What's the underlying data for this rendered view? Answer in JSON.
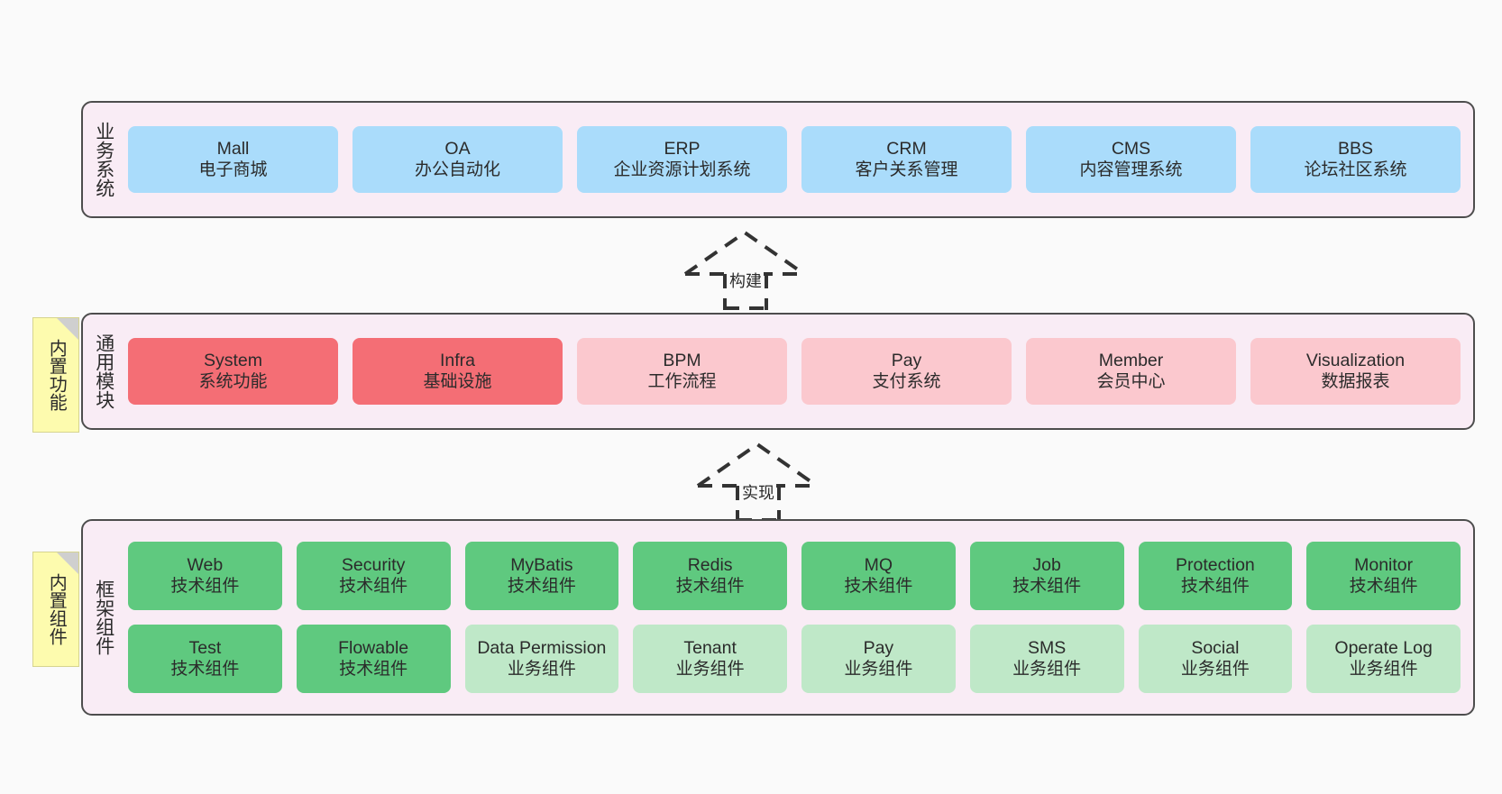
{
  "canvas": {
    "background": "#fafafa"
  },
  "palette": {
    "panel_fill": "#f9ecf5",
    "panel_border": "#4d4d4d",
    "blue": "#aadcfb",
    "red": "#f46e75",
    "pink": "#fbc8ce",
    "green": "#5fc97f",
    "light_green": "#bfe8c8",
    "note_yellow": "#fdfbae",
    "note_fold": "#cfcfcf",
    "text": "#2b2b2b"
  },
  "layers": [
    {
      "id": "business-systems",
      "caption": "业务系统",
      "rows": [
        {
          "nodes": [
            {
              "title": "Mall",
              "subtitle": "电子商城",
              "color": "blue"
            },
            {
              "title": "OA",
              "subtitle": "办公自动化",
              "color": "blue"
            },
            {
              "title": "ERP",
              "subtitle": "企业资源计划系统",
              "color": "blue"
            },
            {
              "title": "CRM",
              "subtitle": "客户关系管理",
              "color": "blue"
            },
            {
              "title": "CMS",
              "subtitle": "内容管理系统",
              "color": "blue"
            },
            {
              "title": "BBS",
              "subtitle": "论坛社区系统",
              "color": "blue"
            }
          ]
        }
      ]
    },
    {
      "id": "common-modules",
      "caption": "通用模块",
      "note": "内置功能",
      "rows": [
        {
          "nodes": [
            {
              "title": "System",
              "subtitle": "系统功能",
              "color": "red"
            },
            {
              "title": "Infra",
              "subtitle": "基础设施",
              "color": "red"
            },
            {
              "title": "BPM",
              "subtitle": "工作流程",
              "color": "pink"
            },
            {
              "title": "Pay",
              "subtitle": "支付系统",
              "color": "pink"
            },
            {
              "title": "Member",
              "subtitle": "会员中心",
              "color": "pink"
            },
            {
              "title": "Visualization",
              "subtitle": "数据报表",
              "color": "pink"
            }
          ]
        }
      ]
    },
    {
      "id": "framework-components",
      "caption": "框架组件",
      "note": "内置组件",
      "rows": [
        {
          "nodes": [
            {
              "title": "Web",
              "subtitle": "技术组件",
              "color": "green"
            },
            {
              "title": "Security",
              "subtitle": "技术组件",
              "color": "green"
            },
            {
              "title": "MyBatis",
              "subtitle": "技术组件",
              "color": "green"
            },
            {
              "title": "Redis",
              "subtitle": "技术组件",
              "color": "green"
            },
            {
              "title": "MQ",
              "subtitle": "技术组件",
              "color": "green"
            },
            {
              "title": "Job",
              "subtitle": "技术组件",
              "color": "green"
            },
            {
              "title": "Protection",
              "subtitle": "技术组件",
              "color": "green"
            },
            {
              "title": "Monitor",
              "subtitle": "技术组件",
              "color": "green"
            }
          ]
        },
        {
          "nodes": [
            {
              "title": "Test",
              "subtitle": "技术组件",
              "color": "green"
            },
            {
              "title": "Flowable",
              "subtitle": "技术组件",
              "color": "green"
            },
            {
              "title": "Data Permission",
              "subtitle": "业务组件",
              "color": "light_green",
              "wrap": true
            },
            {
              "title": "Tenant",
              "subtitle": "业务组件",
              "color": "light_green"
            },
            {
              "title": "Pay",
              "subtitle": "业务组件",
              "color": "light_green"
            },
            {
              "title": "SMS",
              "subtitle": "业务组件",
              "color": "light_green"
            },
            {
              "title": "Social",
              "subtitle": "业务组件",
              "color": "light_green"
            },
            {
              "title": "Operate Log",
              "subtitle": "业务组件",
              "color": "light_green"
            }
          ]
        }
      ]
    }
  ],
  "connectors": [
    {
      "id": "build",
      "label": "构建",
      "from": "common-modules",
      "to": "business-systems",
      "style": "dashed-generalization"
    },
    {
      "id": "implement",
      "label": "实现",
      "from": "framework-components",
      "to": "common-modules",
      "style": "dashed-generalization"
    }
  ]
}
